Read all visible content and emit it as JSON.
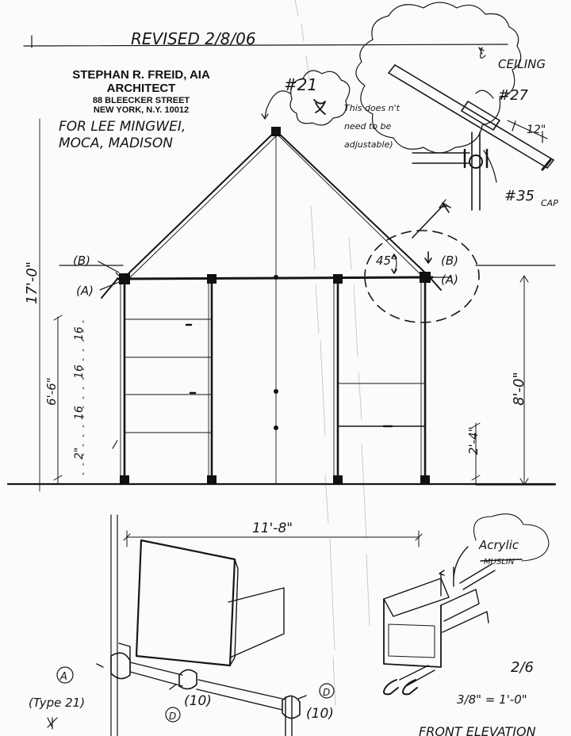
{
  "sheet": {
    "revision": "REVISED 2/8/06",
    "architect": {
      "name": "STEPHAN R. FREID, AIA",
      "title": "ARCHITECT",
      "street": "88 BLEECKER STREET",
      "city": "NEW YORK, N.Y. 10012"
    },
    "client_line1": "FOR LEE MINGWEI,",
    "client_line2": "MOCA, MADISON",
    "sheet_number": "2/6",
    "scale": "3/8\" = 1'-0\"",
    "sheet_title": "FRONT ELEVATION"
  },
  "callouts": {
    "part_21": "#21",
    "note_line1": "This does n't",
    "note_line2": "need to be",
    "note_line3": "adjustable)",
    "ceiling": "CEILING",
    "part_27": "#27",
    "part_35": "#35",
    "cap": "CAP",
    "length_12": "12\"",
    "angle_45": "45°",
    "label_A": "(A)",
    "label_B": "(B)",
    "acrylic": "Acrylic",
    "muslin": "MUSLIN",
    "type21": "(Type 21)",
    "part_10": "(10)"
  },
  "dimensions": {
    "total_height": "17'-0\"",
    "frame_height": "8'-0\"",
    "shelf_zone": "6'-6\"",
    "shelf_spacing": "16",
    "base_gap": "2\"",
    "lower_shelf": "2'-4\"",
    "width": "11'-8\""
  }
}
